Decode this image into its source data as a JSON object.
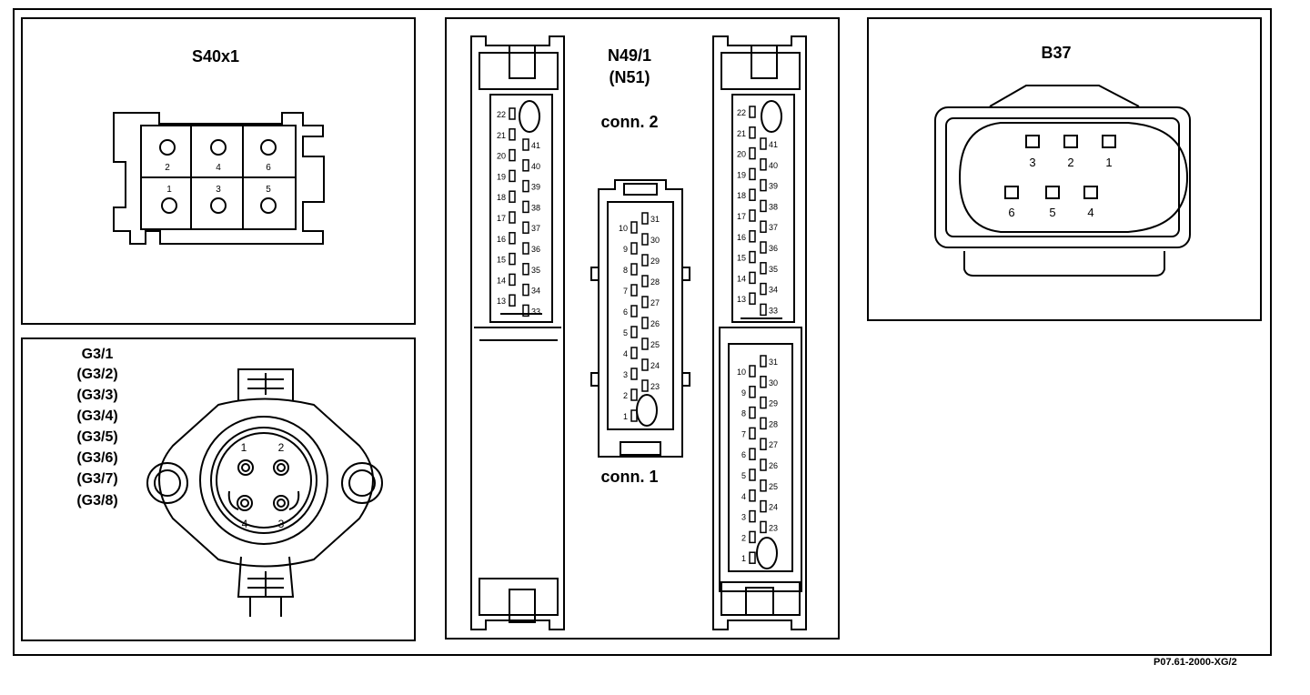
{
  "figure_ref": "P07.61-2000-XG/2",
  "s40x1": {
    "title": "S40x1",
    "top_pins": [
      "2",
      "4",
      "6"
    ],
    "bottom_pins": [
      "1",
      "3",
      "5"
    ]
  },
  "g3": {
    "titles": [
      "G3/1",
      "(G3/2)",
      "(G3/3)",
      "(G3/4)",
      "(G3/5)",
      "(G3/6)",
      "(G3/7)",
      "(G3/8)"
    ],
    "pins": [
      "1",
      "2",
      "4",
      "3"
    ]
  },
  "n49": {
    "title": "N49/1",
    "subtitle": "(N51)",
    "conn2_label": "conn. 2",
    "conn1_label": "conn. 1",
    "conn2_left_pins": [
      "22",
      "21",
      "20",
      "19",
      "18",
      "17",
      "16",
      "15",
      "14",
      "13"
    ],
    "conn2_right_pins": [
      "41",
      "40",
      "39",
      "38",
      "37",
      "36",
      "35",
      "34",
      "33"
    ],
    "conn1_left_pins": [
      "10",
      "9",
      "8",
      "7",
      "6",
      "5",
      "4",
      "3",
      "2",
      "1"
    ],
    "conn1_right_pins": [
      "31",
      "30",
      "29",
      "28",
      "27",
      "26",
      "25",
      "24",
      "23"
    ]
  },
  "b37": {
    "title": "B37",
    "top_pins": [
      "3",
      "2",
      "1"
    ],
    "bottom_pins": [
      "6",
      "5",
      "4"
    ]
  }
}
